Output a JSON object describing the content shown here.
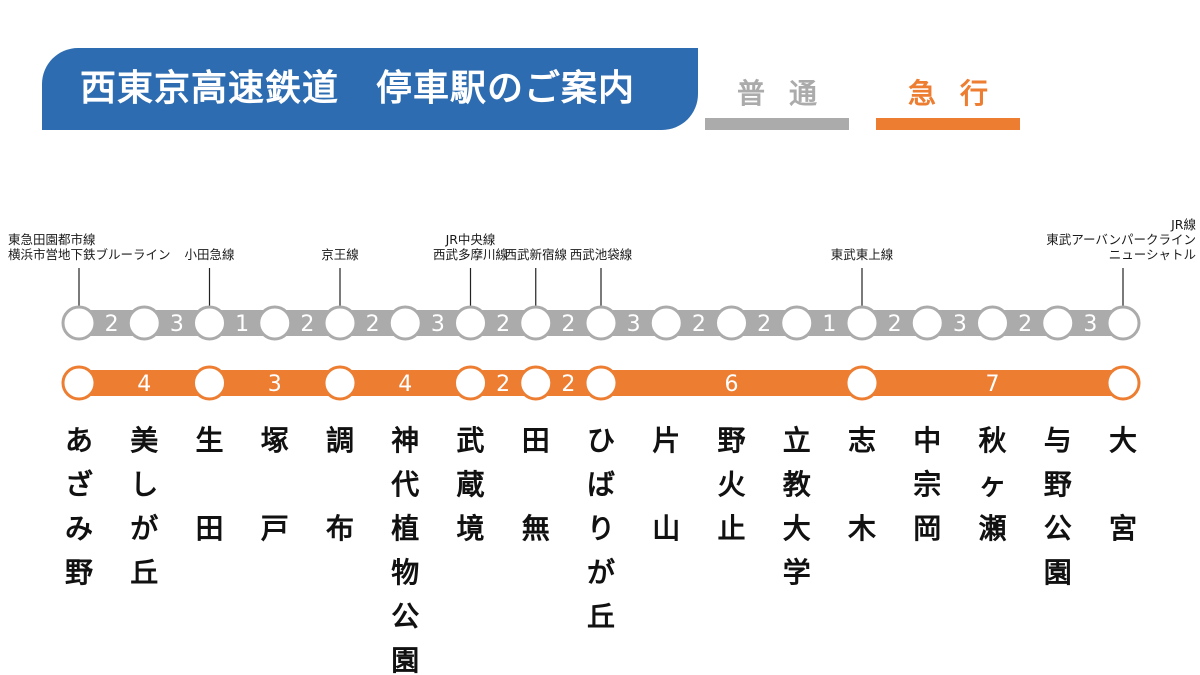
{
  "title": "西東京高速鉄道　停車駅のご案内",
  "legend": {
    "local": {
      "label": "普通",
      "color": "#ababab"
    },
    "express": {
      "label": "急行",
      "color": "#ed7d31"
    }
  },
  "stations": [
    "あざみ野",
    "美しが丘",
    "生田",
    "塚戸",
    "調布",
    "神代植物公園",
    "武蔵境",
    "田無",
    "ひばりが丘",
    "片山",
    "野火止",
    "立教大学",
    "志木",
    "中宗岡",
    "秋ヶ瀬",
    "与野公園",
    "大宮"
  ],
  "local_times": [
    "2",
    "3",
    "1",
    "2",
    "2",
    "3",
    "2",
    "2",
    "3",
    "2",
    "2",
    "1",
    "2",
    "3",
    "2",
    "3"
  ],
  "express_stops": [
    0,
    2,
    4,
    6,
    7,
    8,
    12,
    16
  ],
  "express_times": [
    "4",
    "3",
    "4",
    "2",
    "2",
    "6",
    "7"
  ],
  "transfers": [
    {
      "station": 0,
      "lines": [
        "東急田園都市線",
        "横浜市営地下鉄ブルーライン"
      ]
    },
    {
      "station": 2,
      "lines": [
        "小田急線"
      ]
    },
    {
      "station": 4,
      "lines": [
        "京王線"
      ]
    },
    {
      "station": 6,
      "lines": [
        "JR中央線",
        "西武多摩川線"
      ]
    },
    {
      "station": 7,
      "lines": [
        "西武新宿線"
      ]
    },
    {
      "station": 8,
      "lines": [
        "西武池袋線"
      ]
    },
    {
      "station": 12,
      "lines": [
        "東武東上線"
      ]
    },
    {
      "station": 16,
      "lines": [
        "JR線",
        "東武アーバンパークライン",
        "ニューシャトル"
      ]
    }
  ]
}
